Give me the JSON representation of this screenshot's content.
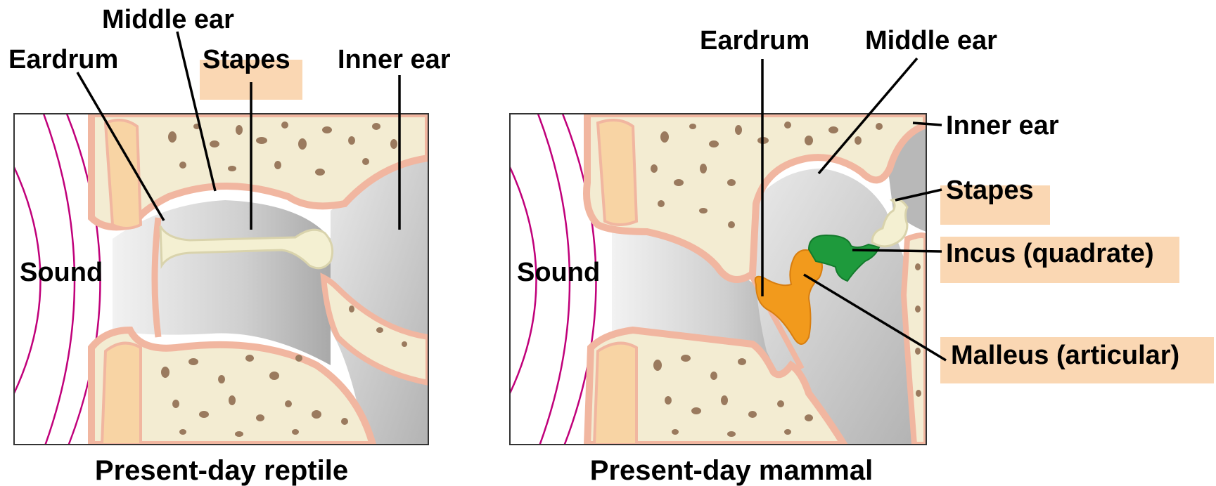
{
  "colors": {
    "bone": "#f3ecd2",
    "bone_pores": "#9a7a5e",
    "membrane": "#f1b6a0",
    "cartilage": "#f8d4a4",
    "cavity": "#c9c9c9",
    "cavity_light": "#e6e6e6",
    "sound_wave": "#c0007a",
    "highlight": "#fad7b3",
    "stapes": "#f4f0d2",
    "incus": "#1e9a3c",
    "malleus": "#f29a1c"
  },
  "reptile": {
    "caption": "Present-day reptile",
    "labels": {
      "eardrum": "Eardrum",
      "middle_ear": "Middle ear",
      "stapes": "Stapes",
      "inner_ear": "Inner ear",
      "sound": "Sound"
    }
  },
  "mammal": {
    "caption": "Present-day mammal",
    "labels": {
      "eardrum": "Eardrum",
      "middle_ear": "Middle ear",
      "inner_ear": "Inner ear",
      "stapes": "Stapes",
      "incus": "Incus (quadrate)",
      "malleus": "Malleus (articular)",
      "sound": "Sound"
    }
  }
}
